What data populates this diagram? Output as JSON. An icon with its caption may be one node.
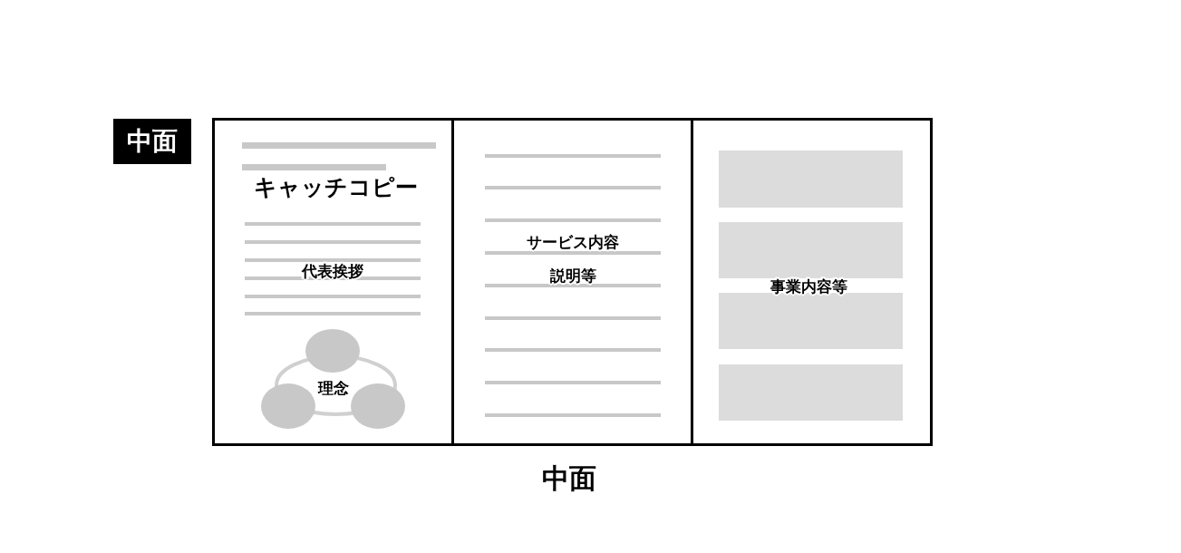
{
  "diagram": {
    "caption": "中面",
    "nodes": [
      {
        "text": [
          "中面"
        ]
      },
      {
        "text": [
          "キャッチコピー",
          "代表挨拶"
        ]
      },
      {
        "text": [
          "理念"
        ],
        "in": 1
      },
      {
        "text": [
          "サービス内容",
          "説明等"
        ]
      },
      {
        "text": [
          "事業内容等"
        ]
      }
    ]
  }
}
